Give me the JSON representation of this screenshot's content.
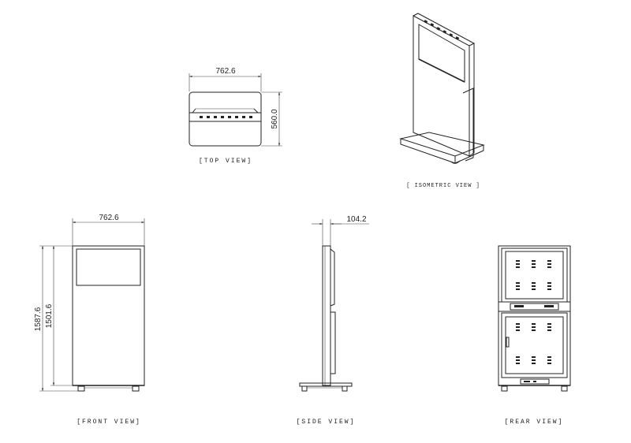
{
  "views": {
    "top": {
      "label": "[TOP VIEW]",
      "width_dim": "762.6",
      "depth_dim": "560.0"
    },
    "isometric": {
      "label": "[ ISOMETRIC   VIEW ]"
    },
    "front": {
      "label": "[FRONT VIEW]",
      "width_dim": "762.6",
      "height_total_dim": "1587.6",
      "height_body_dim": "1501.6"
    },
    "side": {
      "label": "[SIDE VIEW]",
      "depth_dim": "104.2"
    },
    "rear": {
      "label": "[REAR VIEW]"
    }
  },
  "colors": {
    "line": "#222222",
    "background": "#ffffff"
  }
}
